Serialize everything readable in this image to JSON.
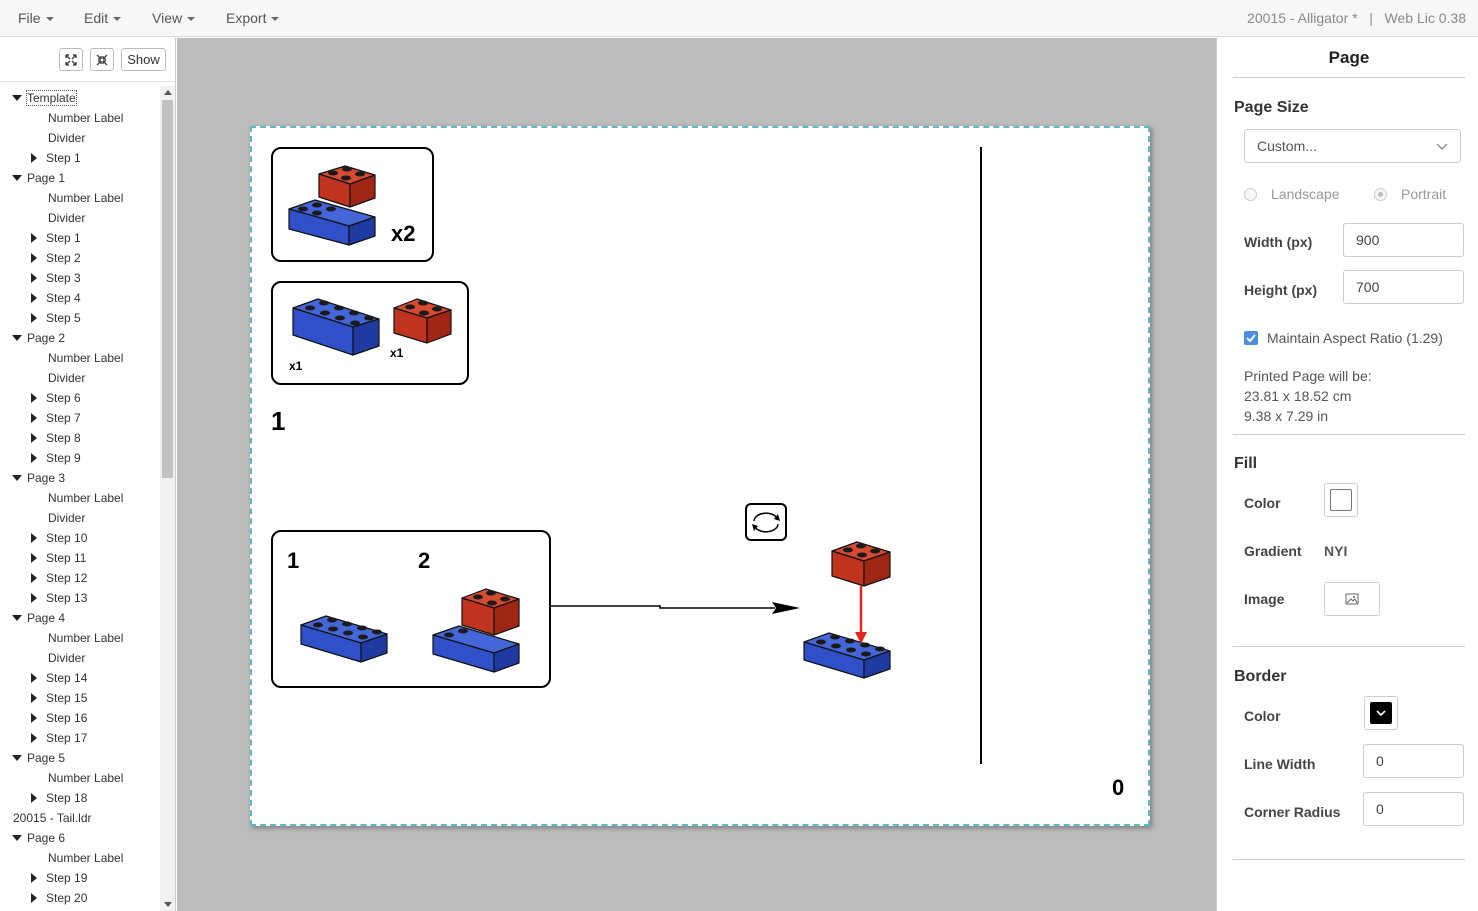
{
  "menubar": {
    "items": [
      "File",
      "Edit",
      "View",
      "Export"
    ],
    "app_title": "20015 - Alligator *   |   Web Lic 0.38"
  },
  "tree": {
    "toolbar": {
      "expand_icon": "expand-icon",
      "collapse_icon": "collapse-icon",
      "show_label": "Show"
    },
    "rows": [
      {
        "label": "Template",
        "toggle": "expanded"
      },
      {
        "label": "Number Label",
        "toggle": "none"
      },
      {
        "label": "Divider",
        "toggle": "none"
      },
      {
        "label": "Step 1",
        "toggle": "collapsed"
      },
      {
        "label": "Page 1",
        "toggle": "expanded"
      },
      {
        "label": "Number Label",
        "toggle": "none"
      },
      {
        "label": "Divider",
        "toggle": "none"
      },
      {
        "label": "Step 1",
        "toggle": "collapsed"
      },
      {
        "label": "Step 2",
        "toggle": "collapsed"
      },
      {
        "label": "Step 3",
        "toggle": "collapsed"
      },
      {
        "label": "Step 4",
        "toggle": "collapsed"
      },
      {
        "label": "Step 5",
        "toggle": "collapsed"
      },
      {
        "label": "Page 2",
        "toggle": "expanded"
      },
      {
        "label": "Number Label",
        "toggle": "none"
      },
      {
        "label": "Divider",
        "toggle": "none"
      },
      {
        "label": "Step 6",
        "toggle": "collapsed"
      },
      {
        "label": "Step 7",
        "toggle": "collapsed"
      },
      {
        "label": "Step 8",
        "toggle": "collapsed"
      },
      {
        "label": "Step 9",
        "toggle": "collapsed"
      },
      {
        "label": "Page 3",
        "toggle": "expanded"
      },
      {
        "label": "Number Label",
        "toggle": "none"
      },
      {
        "label": "Divider",
        "toggle": "none"
      },
      {
        "label": "Step 10",
        "toggle": "collapsed"
      },
      {
        "label": "Step 11",
        "toggle": "collapsed"
      },
      {
        "label": "Step 12",
        "toggle": "collapsed"
      },
      {
        "label": "Step 13",
        "toggle": "collapsed"
      },
      {
        "label": "Page 4",
        "toggle": "expanded"
      },
      {
        "label": "Number Label",
        "toggle": "none"
      },
      {
        "label": "Divider",
        "toggle": "none"
      },
      {
        "label": "Step 14",
        "toggle": "collapsed"
      },
      {
        "label": "Step 15",
        "toggle": "collapsed"
      },
      {
        "label": "Step 16",
        "toggle": "collapsed"
      },
      {
        "label": "Step 17",
        "toggle": "collapsed"
      },
      {
        "label": "Page 5",
        "toggle": "expanded"
      },
      {
        "label": "Number Label",
        "toggle": "none"
      },
      {
        "label": "Step 18",
        "toggle": "collapsed"
      },
      {
        "label": "20015 - Tail.ldr",
        "toggle": "root"
      },
      {
        "label": "Page 6",
        "toggle": "expanded"
      },
      {
        "label": "Number Label",
        "toggle": "none"
      },
      {
        "label": "Step 19",
        "toggle": "collapsed"
      },
      {
        "label": "Step 20",
        "toggle": "collapsed"
      }
    ]
  },
  "page": {
    "submodel_count": "x2",
    "pli_count_1": "x1",
    "pli_count_2": "x1",
    "step_number": "1",
    "callout_step_1": "1",
    "callout_step_2": "2",
    "page_number": "0",
    "colors": {
      "blue": "#2f50c8",
      "red": "#c0331e",
      "selection": "#5fb8c7"
    }
  },
  "props": {
    "title": "Page",
    "page_size": {
      "heading": "Page Size",
      "preset": "Custom...",
      "landscape_label": "Landscape",
      "portrait_label": "Portrait",
      "width_label": "Width (px)",
      "width_value": "900",
      "height_label": "Height (px)",
      "height_value": "700",
      "aspect_label": "Maintain Aspect Ratio (1.29)",
      "aspect_checked": true,
      "printed_label": "Printed Page will be:",
      "printed_cm": "23.81 x 18.52 cm",
      "printed_in": "9.38 x 7.29 in"
    },
    "fill": {
      "heading": "Fill",
      "color_label": "Color",
      "gradient_label": "Gradient",
      "gradient_value": "NYI",
      "image_label": "Image",
      "color_value": "#ffffff"
    },
    "border": {
      "heading": "Border",
      "color_label": "Color",
      "color_value": "#000000",
      "line_width_label": "Line Width",
      "line_width_value": "0",
      "corner_radius_label": "Corner Radius",
      "corner_radius_value": "0"
    }
  }
}
